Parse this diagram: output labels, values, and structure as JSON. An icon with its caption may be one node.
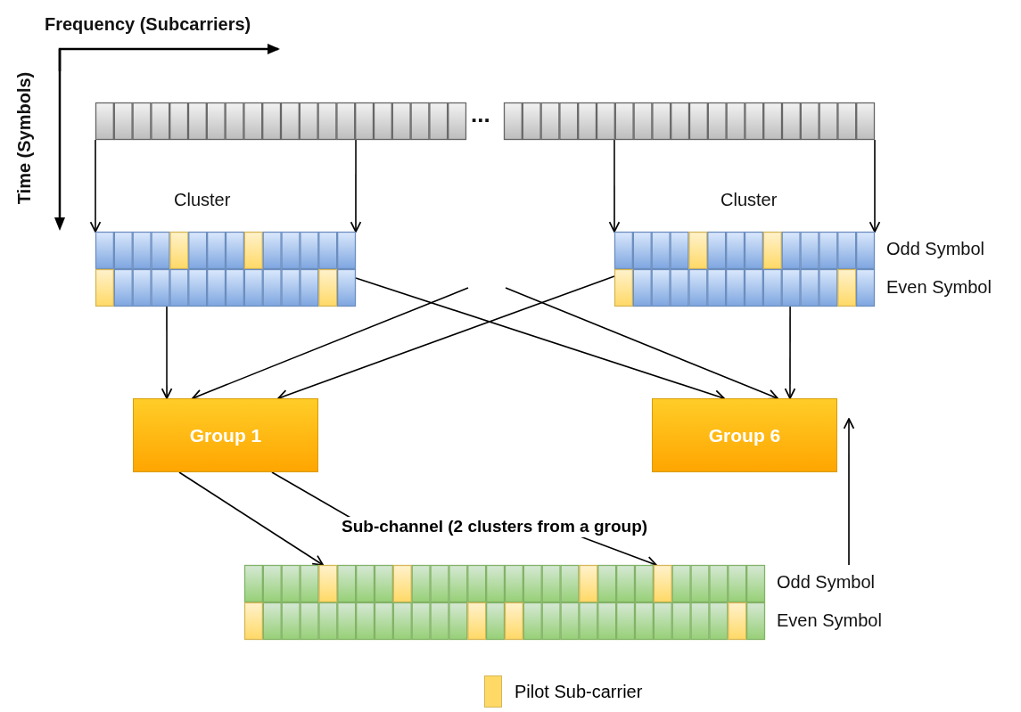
{
  "diagram": {
    "nodes": [
      {
        "text": [],
        "shape": "bar"
      },
      {
        "text": [],
        "shape": "bar"
      },
      {
        "text": [],
        "shape": "bar"
      },
      {
        "text": [],
        "shape": "bar",
        "beside": [
          "Odd Symbol",
          "Even Symbol"
        ]
      },
      {
        "text": [
          "Group 1"
        ]
      },
      {
        "text": [
          "Group 6"
        ]
      },
      {
        "text": [],
        "shape": "bar",
        "beside": [
          "Odd Symbol",
          "Even Symbol"
        ]
      }
    ],
    "edges": [
      {
        "from": 0,
        "to": 2,
        "arrow": "to"
      },
      {
        "from": 0,
        "to": 2,
        "arrow": "to"
      },
      {
        "from": 1,
        "to": 3,
        "arrow": "to"
      },
      {
        "from": 1,
        "to": 3,
        "arrow": "to"
      },
      {
        "from": 2,
        "to": 4,
        "arrow": "to"
      },
      {
        "from": 2,
        "to": 5,
        "arrow": "to"
      },
      {
        "from": null,
        "to": 4,
        "arrow": "to"
      },
      {
        "from": 3,
        "to": 4,
        "arrow": "to"
      },
      {
        "from": null,
        "to": 5,
        "arrow": "to"
      },
      {
        "from": 3,
        "to": 5,
        "arrow": "to"
      },
      {
        "from": 4,
        "to": 6,
        "arrow": "to"
      },
      {
        "from": 4,
        "to": 6,
        "arrow": "to",
        "label": "Sub-channel (2 clusters from a group)"
      },
      {
        "from": 6,
        "to": 5,
        "arrow": "to"
      }
    ],
    "labels": [
      "Frequency (Subcarriers)",
      "Time (Symbols)",
      "...",
      "Cluster",
      "Cluster"
    ],
    "legend": [
      {
        "text": "Pilot Sub-carrier",
        "color": "#ffd966"
      }
    ]
  }
}
